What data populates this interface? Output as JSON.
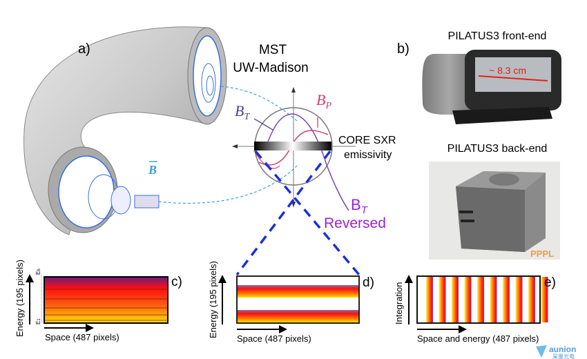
{
  "panel_a": {
    "label": "a)",
    "title_line1": "MST",
    "title_line2": "UW-Madison",
    "field_vector": "B",
    "bt_label": "B",
    "bt_sub": "T",
    "bp_label": "B",
    "bp_sub": "P",
    "core_line1": "CORE SXR",
    "core_line2": "emissivity",
    "reversed_label": "B",
    "reversed_sub": "T",
    "reversed_word": "Reversed"
  },
  "panel_b": {
    "label": "b)",
    "front_title": "PILATUS3  front-end",
    "size_label": "~ 8.3 cm",
    "back_title": "PILATUS3  back-end",
    "logo_text": "PPPL"
  },
  "panel_c": {
    "label": "c)",
    "y_label": "Energy (195 pixels)",
    "x_label": "Space (487 pixels)",
    "e_top": "E",
    "e_top_sub": "6",
    "e_bottom": "E",
    "e_bottom_sub": "1"
  },
  "panel_d": {
    "label": "d)",
    "y_label": "Energy (195 pixels)",
    "x_label": "Space (487 pixels)"
  },
  "panel_e": {
    "label": "e)",
    "y_label": "Integration",
    "x_label": "Space and energy (487 pixels)"
  },
  "watermark": {
    "text": "aunion",
    "subtext": "昊量光电"
  },
  "colors": {
    "dash_blue": "#1a2fe0",
    "purple": "#9a22d8",
    "bp_red": "#d04070",
    "field_blue": "#3aa0e0"
  }
}
